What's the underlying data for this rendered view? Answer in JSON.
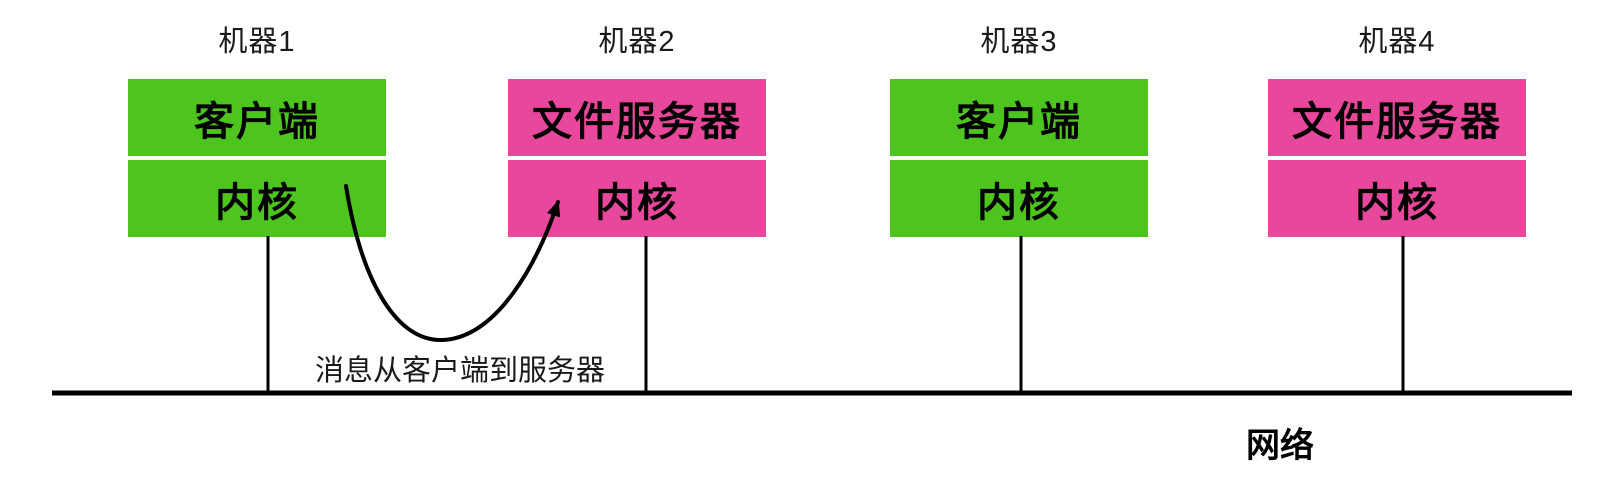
{
  "machines": [
    {
      "title": "机器1",
      "top_box": "客户端",
      "bottom_box": "内核",
      "color": "#4ec41f"
    },
    {
      "title": "机器2",
      "top_box": "文件服务器",
      "bottom_box": "内核",
      "color": "#e8489c"
    },
    {
      "title": "机器3",
      "top_box": "客户端",
      "bottom_box": "内核",
      "color": "#4ec41f"
    },
    {
      "title": "机器4",
      "top_box": "文件服务器",
      "bottom_box": "内核",
      "color": "#e8489c"
    }
  ],
  "arrow_label": "消息从客户端到服务器",
  "network_label": "网络",
  "colors": {
    "client_green": "#4ec41f",
    "server_pink": "#e8489c",
    "line_black": "#000000"
  }
}
